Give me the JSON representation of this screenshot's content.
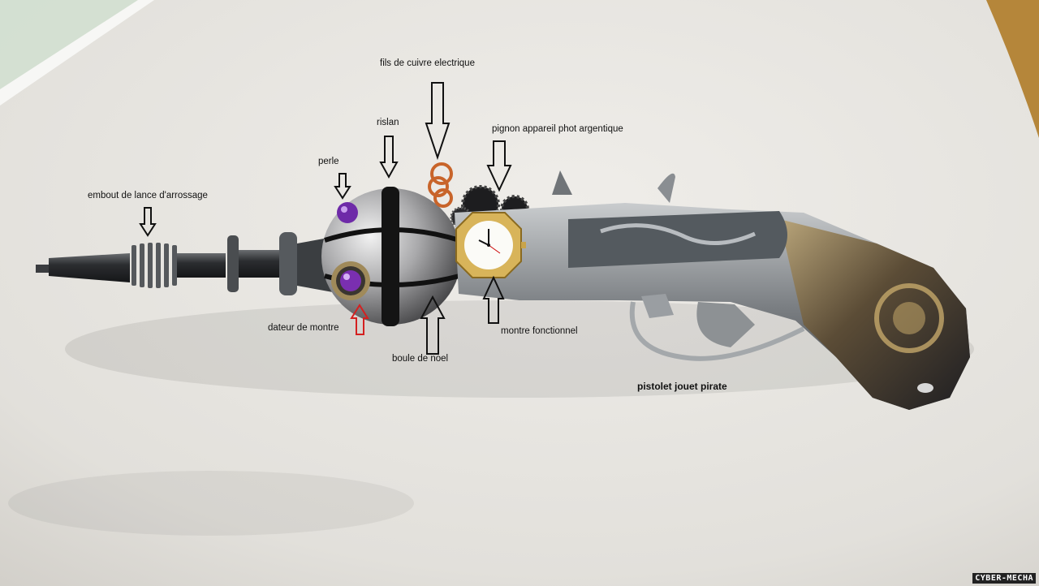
{
  "labels": {
    "embout": "embout de lance d'arrossage",
    "perle": "perle",
    "rislan": "rislan",
    "fils": "fils de cuivre electrique",
    "pignon": "pignon appareil phot argentique",
    "dateur": "dateur de montre",
    "boule": "boule de noel",
    "montre": "montre fonctionnel",
    "pistolet": "pistolet jouet pirate"
  },
  "watermark": "CYBER-MECHA",
  "colors": {
    "arrow": "#111111",
    "arrow_highlight": "#d42020",
    "background": "#e3e1dc",
    "gem": "#7a2fb0",
    "copper": "#c8642a"
  }
}
